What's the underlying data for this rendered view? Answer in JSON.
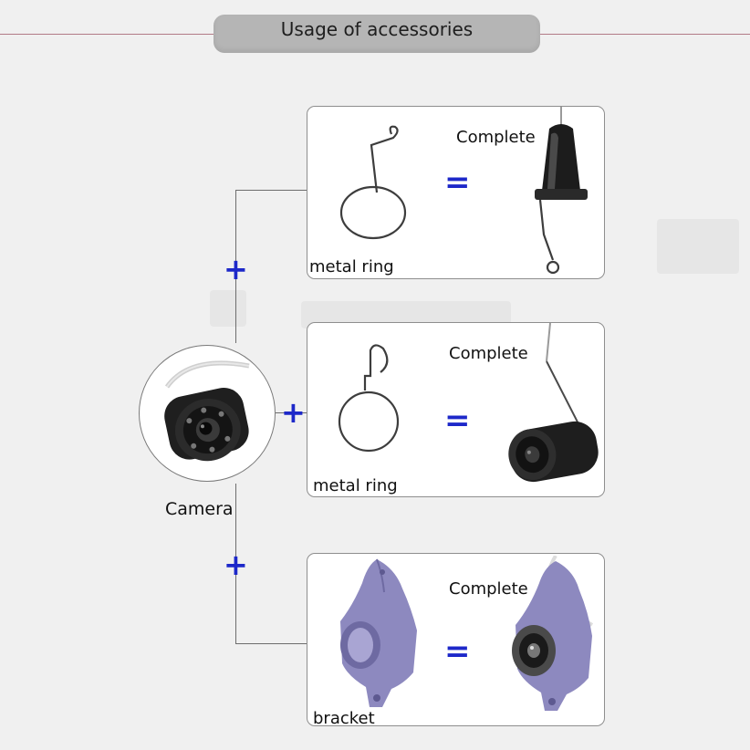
{
  "title": "Usage of accessories",
  "camera_label": "Camera",
  "connector_symbol": "+",
  "equals_symbol": "=",
  "panels": [
    {
      "accessory_label": "metal ring",
      "result_label": "Complete"
    },
    {
      "accessory_label": "metal ring",
      "result_label": "Complete"
    },
    {
      "accessory_label": "bracket",
      "result_label": "Complete"
    }
  ],
  "colors": {
    "accent_blue": "#1d28c9",
    "bracket_purple": "#8d89bf",
    "header_pill": "#b5b5b5",
    "divider_line": "#b27a86"
  },
  "icons": [
    "metal-ring-icon",
    "hook-ring-icon",
    "bracket-icon",
    "camera-icon"
  ]
}
